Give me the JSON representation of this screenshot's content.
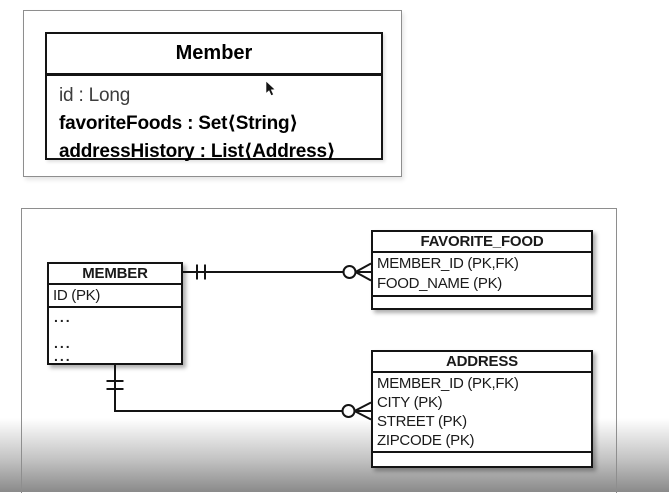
{
  "uml_panel": {
    "class_title": "Member",
    "attributes": [
      {
        "text": "id : Long",
        "style": "muted"
      },
      {
        "text": "favoriteFoods : Set⟨String⟩",
        "style": "bold"
      },
      {
        "text": "addressHistory : List⟨Address⟩",
        "style": "bold"
      }
    ]
  },
  "er_panel": {
    "tables": [
      {
        "name": "MEMBER",
        "rows": [
          "ID (PK)"
        ],
        "placeholder_rows": [
          "...",
          "...",
          "..."
        ]
      },
      {
        "name": "FAVORITE_FOOD",
        "rows": [
          "MEMBER_ID (PK,FK)",
          "FOOD_NAME (PK)"
        ]
      },
      {
        "name": "ADDRESS",
        "rows": [
          "MEMBER_ID (PK,FK)",
          "CITY (PK)",
          "STREET (PK)",
          "ZIPCODE (PK)"
        ]
      }
    ],
    "relationships": [
      {
        "from": "MEMBER",
        "to": "FAVORITE_FOOD",
        "from_cardinality": "one-and-only-one",
        "to_cardinality": "zero-or-many"
      },
      {
        "from": "MEMBER",
        "to": "ADDRESS",
        "from_cardinality": "one-and-only-one",
        "to_cardinality": "zero-or-many"
      }
    ]
  },
  "colors": {
    "box_border": "#141414",
    "panel_border": "#8e8e8e",
    "background_fade_bottom": "#8a8a8a",
    "text": "#000000",
    "muted_text": "#3d3d3d"
  }
}
